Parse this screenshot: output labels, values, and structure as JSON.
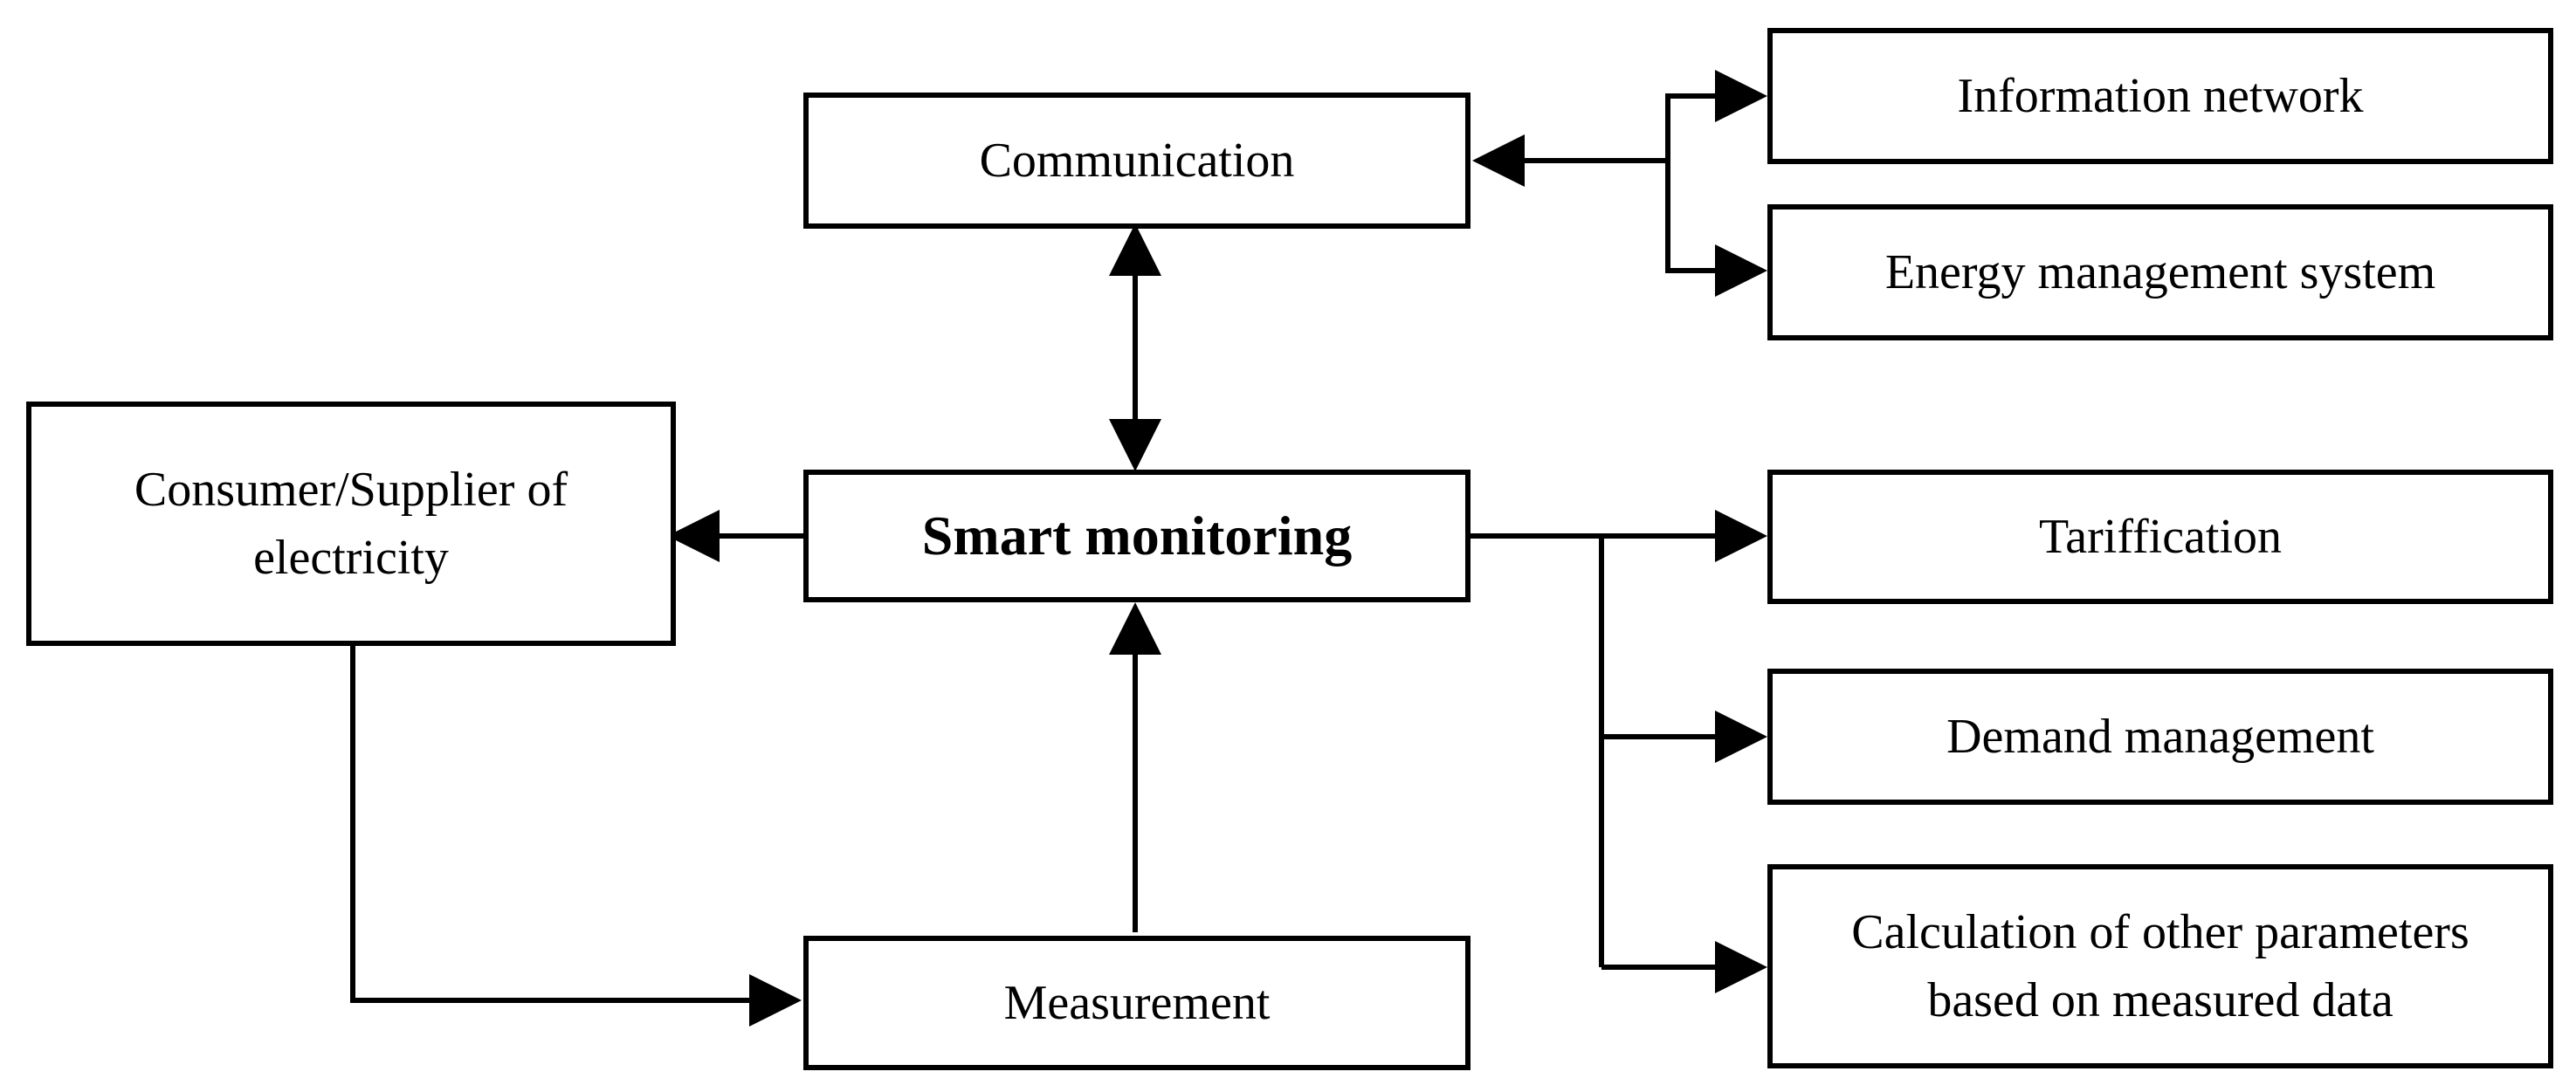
{
  "boxes": {
    "communication": "Communication",
    "information_network": "Information network",
    "energy_management_system": "Energy management system",
    "consumer_supplier": "Consumer/Supplier of\nelectricity",
    "smart_monitoring": "Smart monitoring",
    "tariffication": "Tariffication",
    "demand_management": "Demand management",
    "calculation": "Calculation of other parameters\nbased on measured data",
    "measurement": "Measurement"
  },
  "colors": {
    "stroke": "#000000",
    "background": "#ffffff"
  }
}
